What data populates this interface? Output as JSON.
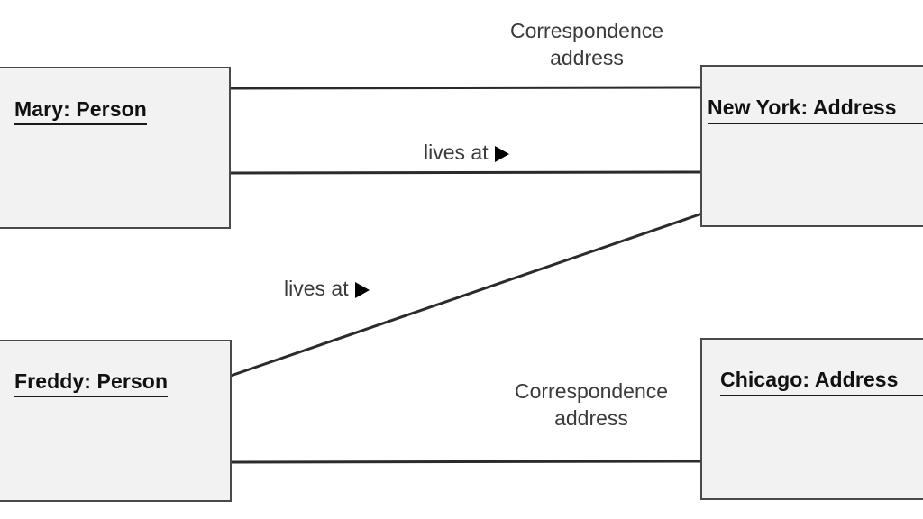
{
  "diagram": {
    "type": "uml-object-diagram",
    "background_color": "#ffffff",
    "object_fill_color": "#f2f2f2",
    "object_border_color": "#4a4a4a",
    "link_color": "#2b2b2b",
    "label_color": "#3a3a3a"
  },
  "objects": [
    {
      "id": "mary",
      "title": "Mary: Person",
      "instance_name": "Mary",
      "class_name": "Person",
      "title_style": "text-underline",
      "clipped_edge": "left"
    },
    {
      "id": "new_york",
      "title": "New York: Address",
      "instance_name": "New York",
      "class_name": "Address",
      "title_style": "full-underline",
      "clipped_edge": "right"
    },
    {
      "id": "freddy",
      "title": "Freddy: Person",
      "instance_name": "Freddy",
      "class_name": "Person",
      "title_style": "text-underline",
      "clipped_edge": "left"
    },
    {
      "id": "chicago",
      "title": "Chicago: Address",
      "instance_name": "Chicago",
      "class_name": "Address",
      "title_style": "full-underline",
      "clipped_edge": "right"
    }
  ],
  "links": [
    {
      "id": "mary-correspondence",
      "from": "mary",
      "to": "new_york",
      "label_line1": "Correspondence",
      "label_line2": "address",
      "has_navigation_arrow": false,
      "shape": "horizontal"
    },
    {
      "id": "mary-lives-at",
      "from": "mary",
      "to": "new_york",
      "label_line1": "lives at",
      "label_line2": "",
      "has_navigation_arrow": true,
      "shape": "horizontal"
    },
    {
      "id": "freddy-lives-at",
      "from": "freddy",
      "to": "new_york",
      "label_line1": "lives at",
      "label_line2": "",
      "has_navigation_arrow": true,
      "shape": "diagonal"
    },
    {
      "id": "freddy-correspondence",
      "from": "freddy",
      "to": "chicago",
      "label_line1": "Correspondence",
      "label_line2": "address",
      "has_navigation_arrow": false,
      "shape": "horizontal"
    }
  ],
  "icons": {
    "navigation_arrow": "triangle-right-icon"
  }
}
